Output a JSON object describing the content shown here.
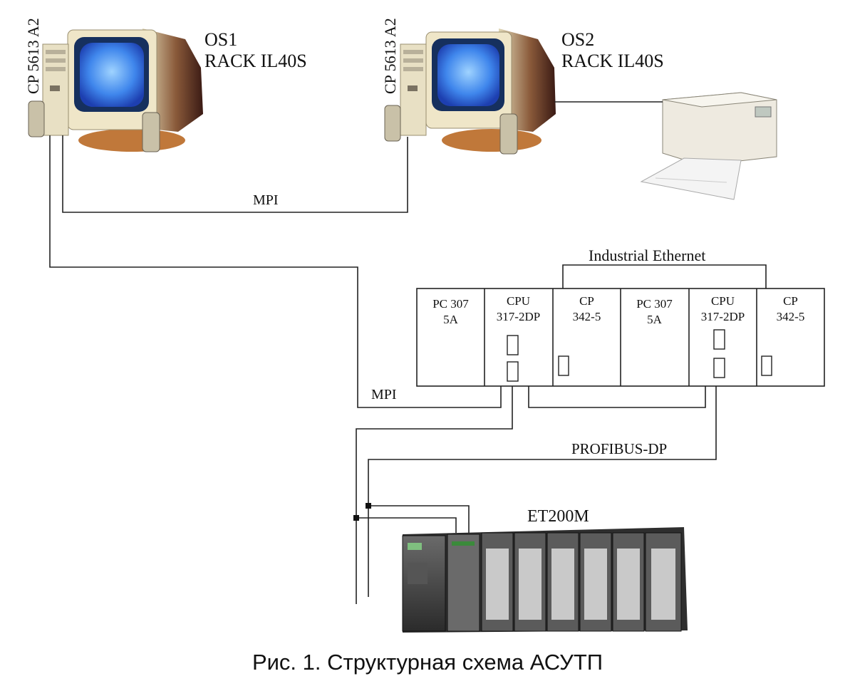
{
  "workstations": [
    {
      "id": "os1",
      "name": "OS1",
      "rack": "RACK IL40S",
      "card": "CP 5613 A2"
    },
    {
      "id": "os2",
      "name": "OS2",
      "rack": "RACK IL40S",
      "card": "CP 5613 A2"
    }
  ],
  "networks": {
    "mpi_top": "MPI",
    "industrial_ethernet": "Industrial Ethernet",
    "mpi_bottom": "MPI",
    "profibus": "PROFIBUS-DP"
  },
  "rack": {
    "slots": [
      {
        "line1": "PC 307",
        "line2": "5A"
      },
      {
        "line1": "CPU",
        "line2": "317-2DP"
      },
      {
        "line1": "CP",
        "line2": "342-5"
      },
      {
        "line1": "PC 307",
        "line2": "5A"
      },
      {
        "line1": "CPU",
        "line2": "317-2DP"
      },
      {
        "line1": "CP",
        "line2": "342-5"
      }
    ]
  },
  "et200m": {
    "label": "ET200M"
  },
  "caption": "Рис. 1. Структурная схема АСУТП",
  "colors": {
    "monitor_screen": "#2f6fe0",
    "monitor_body": "#efe6c8",
    "monitor_shell": "#b03030",
    "plc_body": "#3a3a3a",
    "line": "#222222"
  }
}
